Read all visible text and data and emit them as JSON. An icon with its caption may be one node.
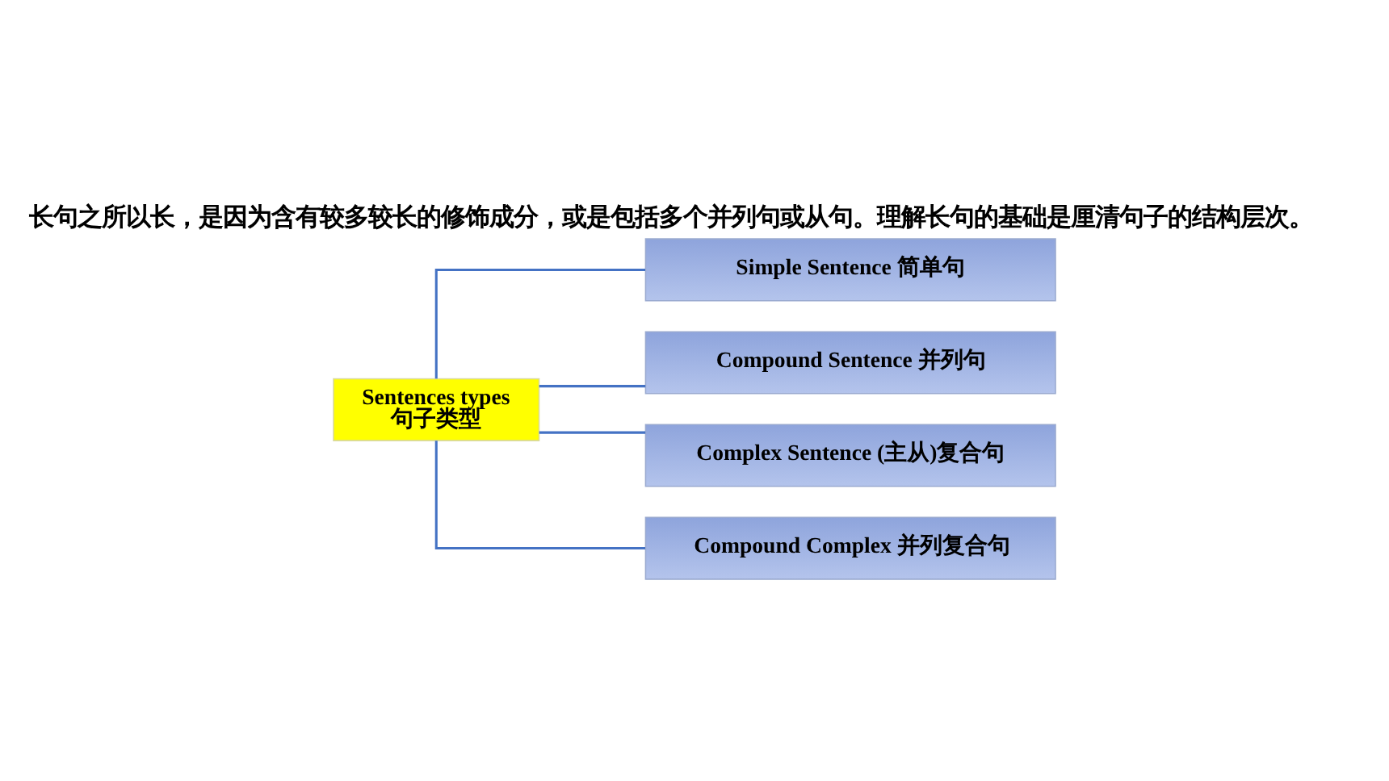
{
  "diagram": {
    "title": "长句之所以长，是因为含有较多较长的修饰成分，或是包括多个并列句或从句。理解长句的基础是厘清句子的结构层次。",
    "nodes": [
      {
        "text": [
          "Sentences types",
          "句子类型"
        ]
      },
      {
        "text": [
          "Simple Sentence 简单句"
        ]
      },
      {
        "text": [
          "Compound Sentence 并列句"
        ]
      },
      {
        "text": [
          "Complex Sentence (主从)复合句"
        ]
      },
      {
        "text": [
          "Compound Complex 并列复合句"
        ]
      }
    ],
    "edges": [
      {
        "from": 0,
        "to": 1,
        "arrow": "none"
      },
      {
        "from": 0,
        "to": 2,
        "arrow": "none"
      },
      {
        "from": 0,
        "to": 3,
        "arrow": "none"
      },
      {
        "from": 0,
        "to": 4,
        "arrow": "none"
      }
    ]
  }
}
